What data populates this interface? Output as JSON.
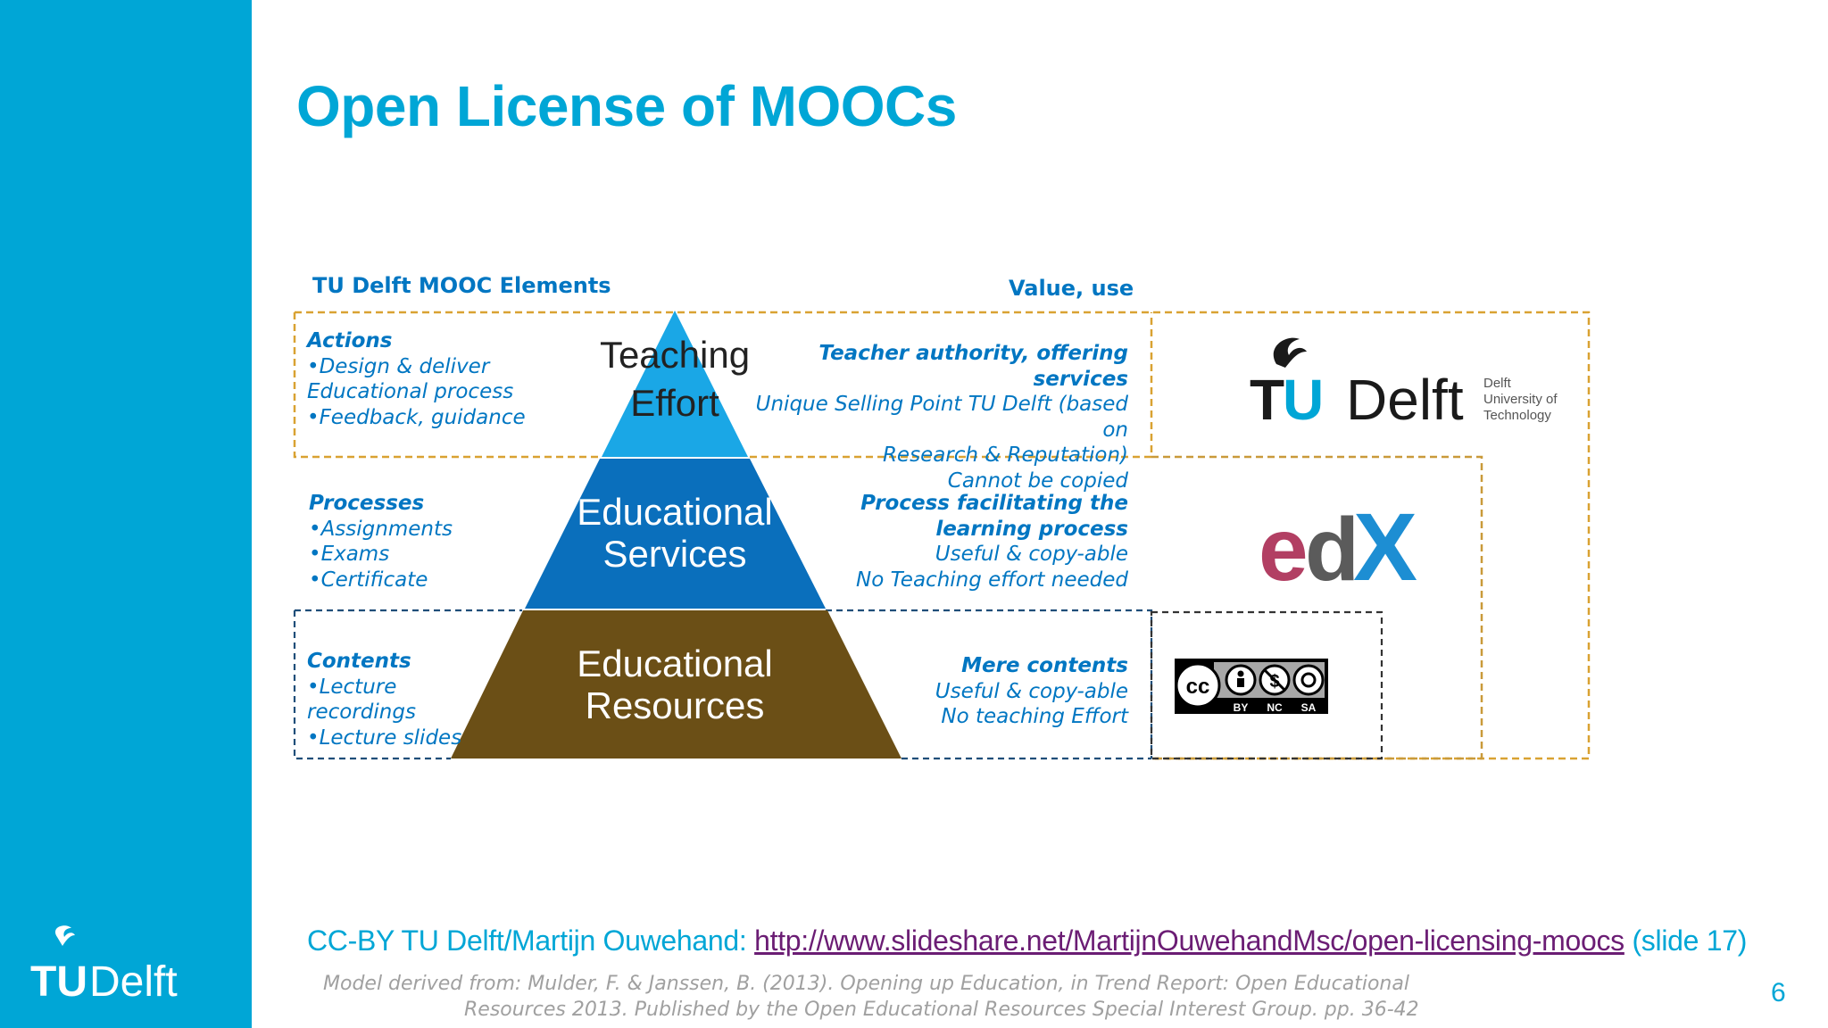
{
  "title": "Open License of MOOCs",
  "brand": {
    "name_tu": "TU",
    "name_delft": "Delft",
    "sub1": "Delft",
    "sub2": "University of",
    "sub3": "Technology"
  },
  "headers": {
    "left": "TU Delft MOOC Elements",
    "right": "Value, use"
  },
  "left_blocks": [
    {
      "title": "Actions",
      "items": [
        "•Design & deliver",
        "Educational process",
        "•Feedback, guidance"
      ]
    },
    {
      "title": "Processes",
      "items": [
        "•Assignments",
        "•Exams",
        "•Certificate"
      ]
    },
    {
      "title": "Contents",
      "items": [
        "•Lecture",
        "recordings",
        "•Lecture slides"
      ]
    }
  ],
  "pyramid": {
    "top": [
      "Teaching",
      "Effort"
    ],
    "middle": [
      "Educational",
      "Services"
    ],
    "bottom": [
      "Educational",
      "Resources"
    ],
    "colors": {
      "top": "#1aa7e6",
      "middle": "#0a6fbc",
      "bottom": "#6b4f16"
    }
  },
  "right_blocks": [
    {
      "title_lines": [
        "Teacher authority, offering",
        "services"
      ],
      "items": [
        "Unique Selling Point TU Delft (based on",
        "Research & Reputation)",
        "Cannot be copied"
      ]
    },
    {
      "title_lines": [
        "Process facilitating the",
        "learning process"
      ],
      "items": [
        "Useful & copy-able",
        "No Teaching effort needed"
      ]
    },
    {
      "title_lines": [
        "Mere contents"
      ],
      "items": [
        "Useful & copy-able",
        "No teaching Effort"
      ]
    }
  ],
  "logos": {
    "edx": {
      "e": "e",
      "d": "d",
      "x": "X"
    },
    "cc": {
      "cc": "cc",
      "by": "BY",
      "nc": "NC",
      "sa": "SA"
    }
  },
  "credit": {
    "prefix": "CC-BY TU Delft/Martijn Ouwehand: ",
    "link": "http://www.slideshare.net/MartijnOuwehandMsc/open-licensing-moocs",
    "suffix": " (slide 17)"
  },
  "reference": [
    "Model derived from: Mulder, F. & Janssen, B. (2013). Opening up Education, in Trend Report: Open Educational",
    "Resources 2013. Published by the Open Educational Resources Special Interest Group. pp. 36-42"
  ],
  "page_number": "6"
}
